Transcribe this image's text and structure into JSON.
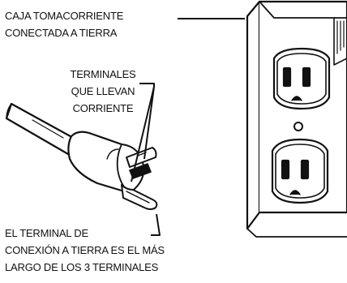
{
  "labels": {
    "outlet_line1": "CAJA TOMACORRIENTE",
    "outlet_line2": "CONECTADA A TIERRA",
    "live_line1": "TERMINALES",
    "live_line2": "QUE LLEVAN",
    "live_line3": "CORRIENTE",
    "ground_line1": "EL TERMINAL DE",
    "ground_line2": "CONEXIÓN A TIERRA ES EL MÁS",
    "ground_line3": "LARGO DE LOS 3 TERMINALES"
  },
  "colors": {
    "ink": "#111111",
    "background": "#ffffff",
    "wall_plate": "#ffffff"
  }
}
